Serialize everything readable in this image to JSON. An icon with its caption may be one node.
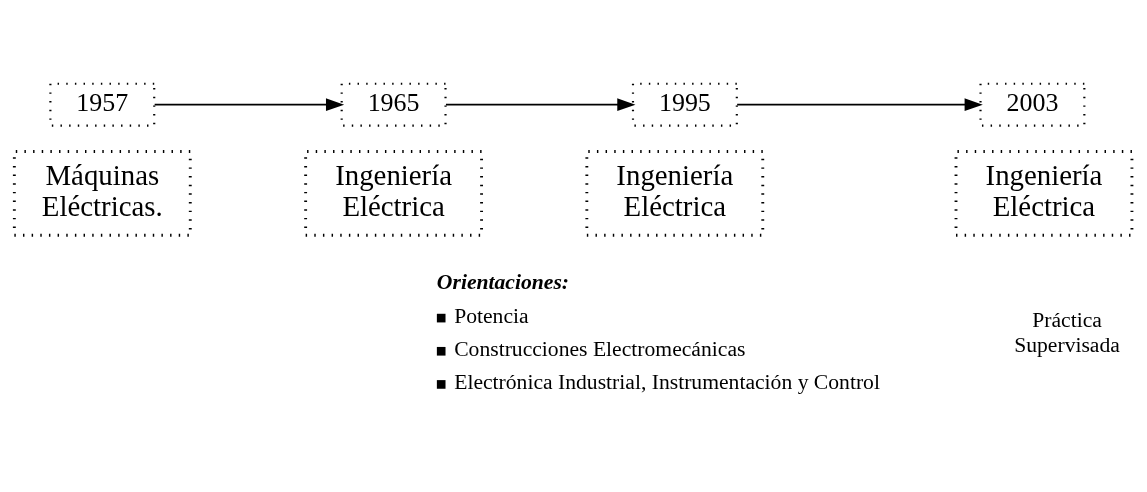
{
  "diagram": {
    "nodes": [
      {
        "text": [
          "1957"
        ]
      },
      {
        "text": [
          "Máquinas Eléctricas."
        ]
      },
      {
        "text": [
          "1965"
        ]
      },
      {
        "text": [
          "Ingeniería Eléctrica"
        ]
      },
      {
        "text": [
          "1995"
        ]
      },
      {
        "text": [
          "Ingeniería Eléctrica"
        ]
      },
      {
        "text": [
          "2003"
        ]
      },
      {
        "text": [
          "Ingeniería Eléctrica"
        ]
      }
    ],
    "edges": [
      {
        "from": 0,
        "to": 2,
        "arrow": "to"
      },
      {
        "from": 2,
        "to": 4,
        "arrow": "to"
      },
      {
        "from": 4,
        "to": 6,
        "arrow": "to"
      }
    ],
    "labels": [
      "Orientaciones:",
      "Potencia",
      "Construcciones Electromecánicas",
      "Electrónica Industrial, Instrumentación y Control",
      "Práctica Supervisada"
    ]
  }
}
